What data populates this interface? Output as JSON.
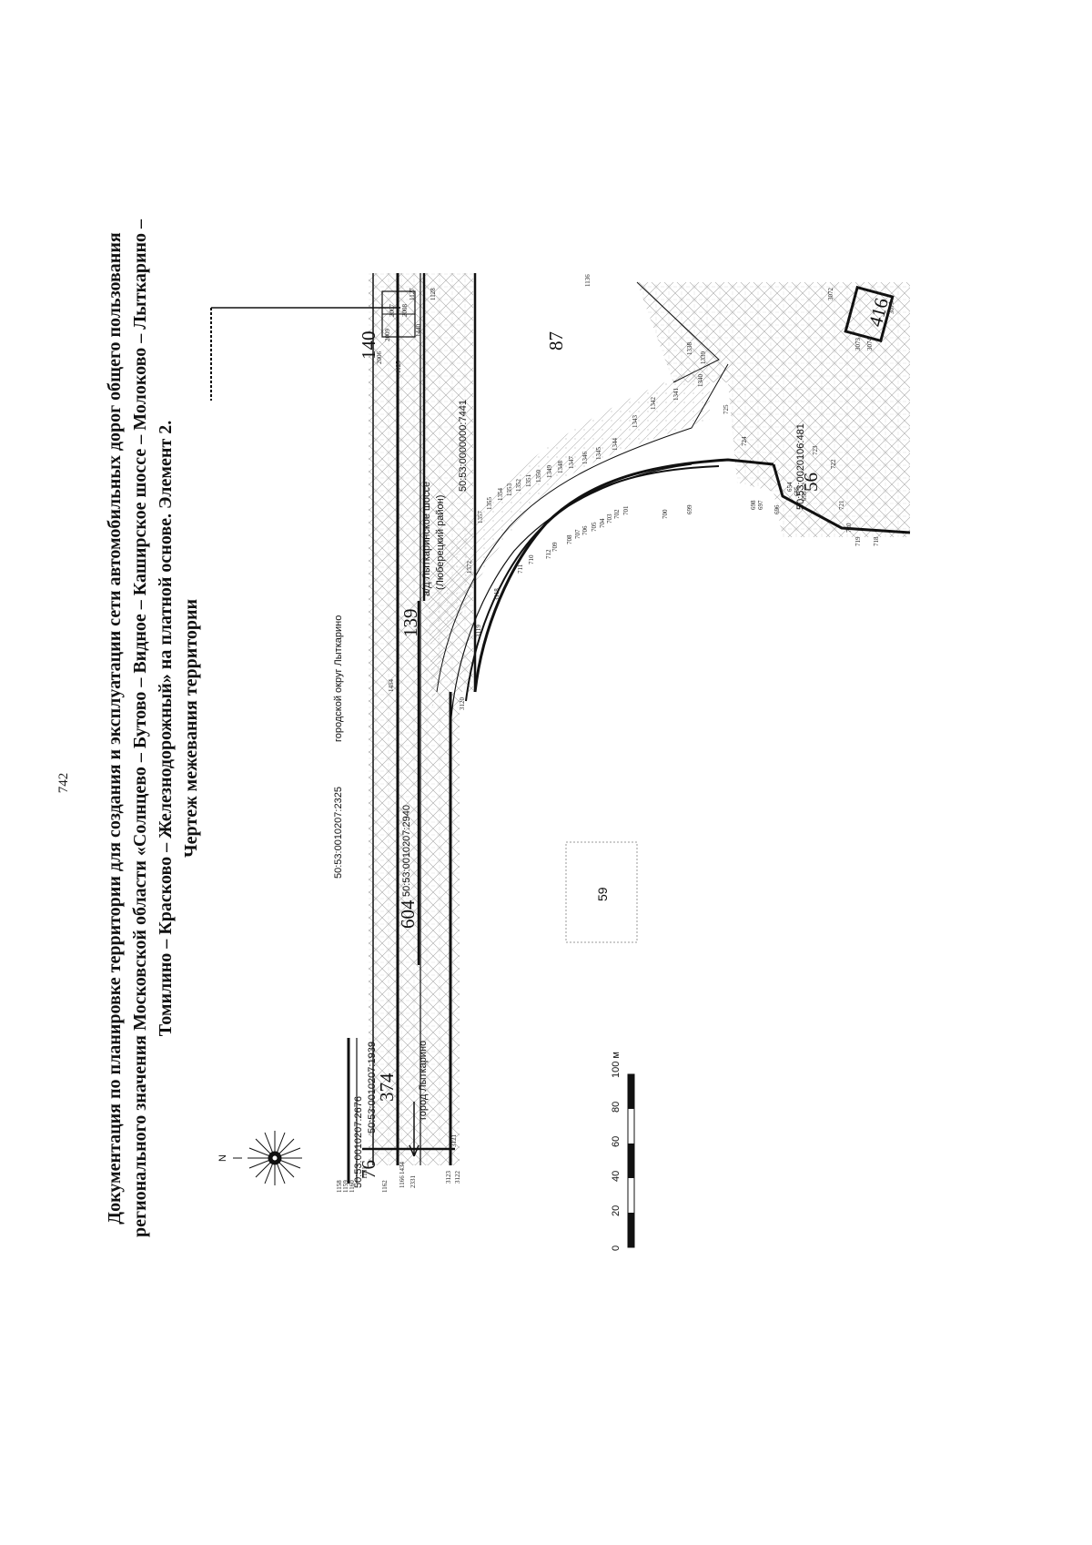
{
  "page_number": "742",
  "title": {
    "line1": "Документация по планировке территории для создания и эксплуатации сети автомобильных дорог общего пользования",
    "line2": "регионального значения Московской области «Солнцево – Бутово – Видное – Каширское шоссе – Молоково – Лыткарино –",
    "line3": "Томилино – Красково – Железнодорожный» на платной основе. Элемент 2.",
    "line4": "Чертеж межевания территории"
  },
  "map": {
    "parcel_labels": {
      "p76": "76",
      "p374": "374",
      "p604": "604",
      "p139": "139",
      "p140": "140",
      "p87": "87",
      "p56": "56",
      "p416": "416",
      "p59": "59"
    },
    "cadastral": {
      "c2676": "50:53:0010207:2676",
      "c1939": "50:53:0010207:1939",
      "c2325": "50:53:0010207:2325",
      "c2940": "50:53:0010207:2940",
      "c7441": "50:53:0000000:7441",
      "c481": "50:53:0020106:481"
    },
    "road_labels": {
      "city": "город Лыткарино",
      "district": "городской округ Лыткарино",
      "highway_line1": "а/д Лыткаринское шоссе",
      "highway_line2": "(Люберецкий район)"
    },
    "point_numbers": {
      "n3121": "3121",
      "n3122": "3122",
      "n3123": "3123",
      "n1434": "1434",
      "n1166": "1166",
      "n2331": "2331",
      "n1158": "1158",
      "n1159": "1159",
      "n1160": "1160",
      "n1161": "1161",
      "n1162": "1162",
      "n1454": "1454",
      "n3120": "3120",
      "n3119": "3119",
      "n3118": "3118",
      "n1372": "1372",
      "n711": "711",
      "n710": "710",
      "n712": "712",
      "n709": "709",
      "n708": "708",
      "n707": "707",
      "n706": "706",
      "n705": "705",
      "n704": "704",
      "n703": "703",
      "n702": "702",
      "n701": "701",
      "n700": "700",
      "n699": "699",
      "n698": "698",
      "n697": "697",
      "n696": "696",
      "n1357": "1357",
      "n1355": "1355",
      "n1354": "1354",
      "n1353": "1353",
      "n1352": "1352",
      "n1351": "1351",
      "n1350": "1350",
      "n1349": "1349",
      "n1348": "1348",
      "n1347": "1347",
      "n1346": "1346",
      "n1345": "1345",
      "n1344": "1344",
      "n1343": "1343",
      "n1342": "1342",
      "n1341": "1341",
      "n1340": "1340",
      "n1339": "1339",
      "n1338": "1338",
      "n2006": "2006",
      "n2007": "2007",
      "n2008": "2008",
      "n2009": "2009",
      "n1125": "1125",
      "n1127": "1127",
      "n1128": "1128",
      "n1440": "1440",
      "n1136": "1136",
      "n3072": "3072",
      "n3073": "3073",
      "n3074": "3074",
      "n3075": "3075",
      "n725": "725",
      "n724": "724",
      "n723": "723",
      "n722": "722",
      "n721": "721",
      "n720": "720",
      "n719": "719",
      "n718": "718",
      "n654": "654",
      "n655": "655",
      "n656": "656"
    },
    "scale": {
      "ticks": [
        "0",
        "20",
        "40",
        "60",
        "80",
        "100 м"
      ]
    },
    "compass": {
      "north": "N"
    }
  }
}
